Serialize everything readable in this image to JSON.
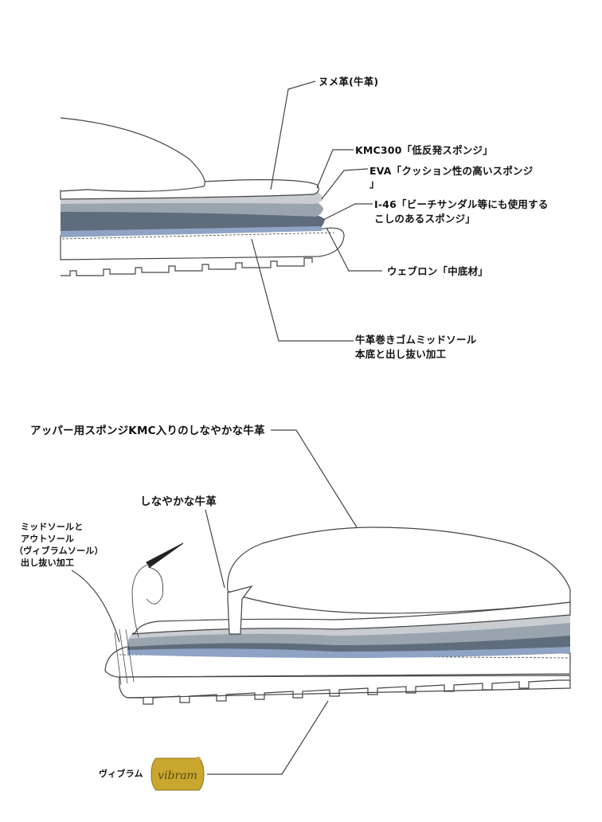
{
  "top_labels": {
    "nume_leather": "ヌメ革(牛革)",
    "kmc300": "KMC300「低反発スポンジ」",
    "eva_line1": "EVA「クッション性の高いスポンジ",
    "eva_line2": "」",
    "i46_line1": "I-46「ビーチサンダル等にも使用する",
    "i46_line2": "こしのあるスポンジ」",
    "webron": "ウェブロン「中底材」",
    "midsole_line1": "牛革巻きゴムミッドソール",
    "midsole_line2": "本底と出し抜い加工"
  },
  "bottom_labels": {
    "upper_sponge": "アッパー用スポンジKMC入りのしなやかな牛革",
    "soft_leather": "しなやかな牛革",
    "stitch_line1": "ミッドソールと",
    "stitch_line2": "アウトソール",
    "stitch_line3": "（ヴィブラムソール）",
    "stitch_line4": "出し抜い加工",
    "vibram_label": "ヴィブラム",
    "vibram_logo": "vibram"
  },
  "colors": {
    "line": "#444444",
    "layer_dark": "#5f6c7b",
    "layer_mid": "#9aa4ae",
    "layer_light": "#c9cdd1",
    "layer_blue": "#8fa3c4",
    "logo_gold": "#c9a72f"
  }
}
